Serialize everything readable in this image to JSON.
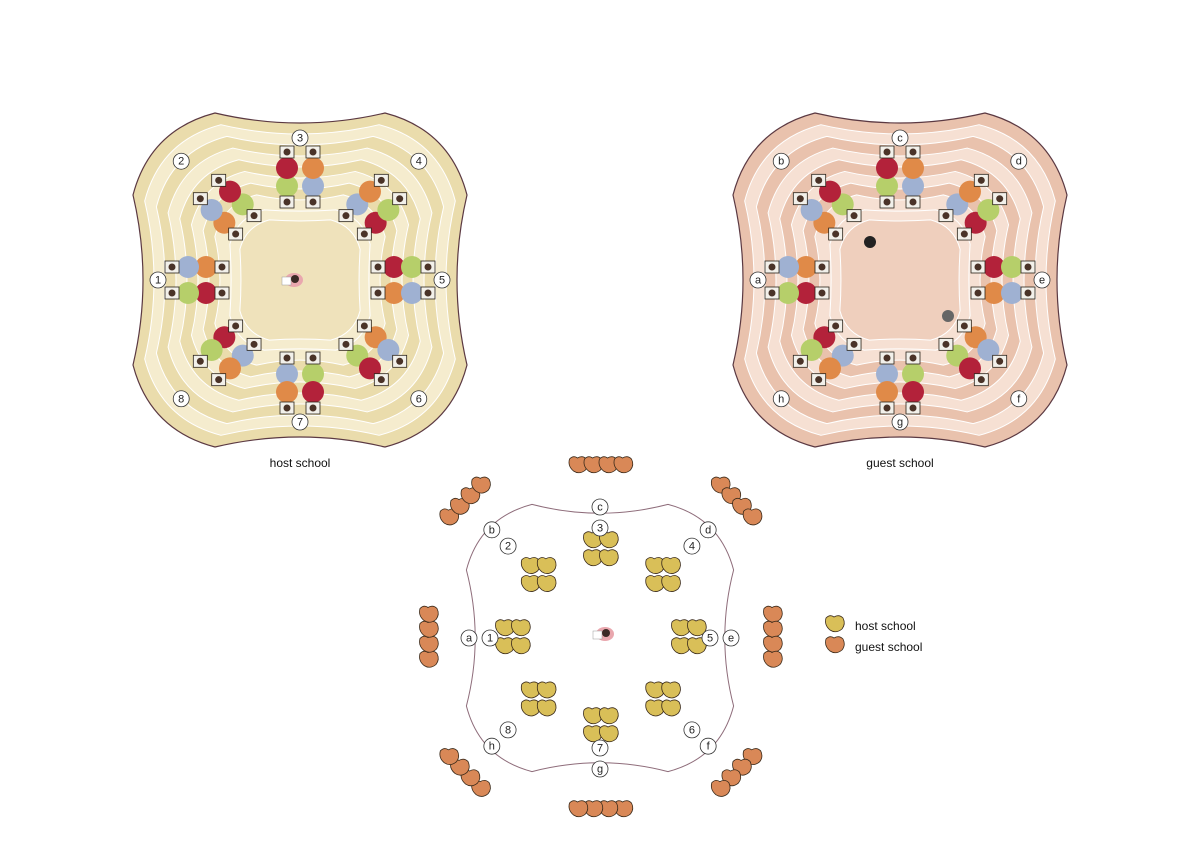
{
  "plans": [
    {
      "id": "host",
      "caption": "host school",
      "labels": [
        "1",
        "2",
        "3",
        "4",
        "5",
        "6",
        "7",
        "8"
      ],
      "colors": {
        "ring_a": "#f5ecce",
        "ring_b": "#eadcac",
        "floor": "#efe2bb",
        "outline": "#5b3942"
      }
    },
    {
      "id": "guest",
      "caption": "guest school",
      "labels": [
        "a",
        "b",
        "c",
        "d",
        "e",
        "f",
        "g",
        "h"
      ],
      "colors": {
        "ring_a": "#f6e0d3",
        "ring_b": "#e9c2ad",
        "floor": "#efcfbd",
        "outline": "#5b3942"
      }
    }
  ],
  "combined": {
    "host_labels": [
      "1",
      "2",
      "3",
      "4",
      "5",
      "6",
      "7",
      "8"
    ],
    "guest_labels": [
      "a",
      "b",
      "c",
      "d",
      "e",
      "f",
      "g",
      "h"
    ]
  },
  "legend": [
    {
      "label": "host school",
      "color": "#d9bf58"
    },
    {
      "label": "guest school",
      "color": "#d98857"
    }
  ],
  "chair_colors": [
    "#b3223a",
    "#e08a48",
    "#b6cf6a",
    "#9fb1d2"
  ]
}
